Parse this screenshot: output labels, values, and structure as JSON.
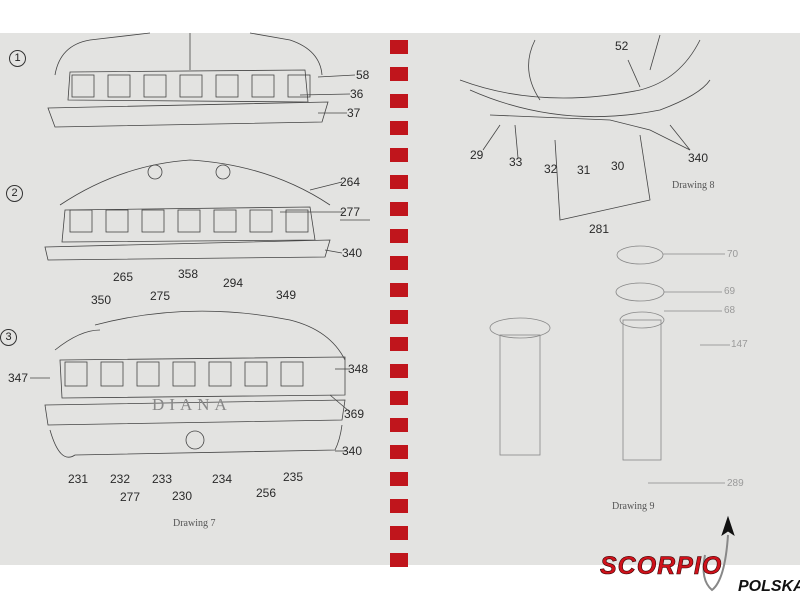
{
  "drawing_1": {
    "step": "1",
    "labels": [
      "58",
      "36",
      "37"
    ]
  },
  "drawing_2": {
    "step": "2",
    "labels": [
      "264",
      "277",
      "340"
    ]
  },
  "drawing_3": {
    "step": "3",
    "name": "DIANA",
    "caption": "Drawing 7",
    "labels": {
      "l265": "265",
      "l358": "358",
      "l275": "275",
      "l294": "294",
      "l349": "349",
      "l350": "350",
      "l347": "347",
      "l348": "348",
      "l369": "369",
      "l340": "340",
      "l231": "231",
      "l232": "232",
      "l233": "233",
      "l234": "234",
      "l235": "235",
      "l277": "277",
      "l230": "230",
      "l256": "256"
    }
  },
  "drawing_8": {
    "caption": "Drawing 8",
    "labels": {
      "l52": "52",
      "l29": "29",
      "l33": "33",
      "l32": "32",
      "l31": "31",
      "l30": "30",
      "l340": "340",
      "l281": "281"
    }
  },
  "drawing_9": {
    "caption": "Drawing 9",
    "labels": {
      "l70": "70",
      "l69": "69",
      "l68": "68",
      "l147": "147",
      "l289": "289"
    }
  },
  "logo": {
    "brand": "SCORPIO",
    "sub": "POLSKA",
    "brand_color": "#d0121b"
  },
  "binding_color": "#c0151c"
}
